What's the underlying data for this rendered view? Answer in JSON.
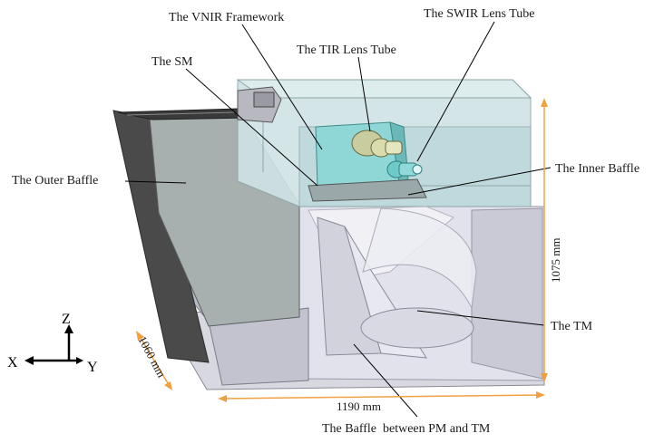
{
  "labels": {
    "vnir_framework": "The VNIR Framework",
    "swir_lens_tube": "The SWIR Lens Tube",
    "tir_lens_tube": "The TIR Lens Tube",
    "sm": "The SM",
    "outer_baffle": "The Outer Baffle",
    "inner_baffle": "The Inner Baffle",
    "tm": "The TM",
    "baffle_pm_tm": "The Baffle  between PM and TM"
  },
  "dimensions": {
    "height": "1075 mm",
    "depth": "1060 mm",
    "width": "1190 mm"
  },
  "axes": {
    "z": "Z",
    "x": "X",
    "y": "Y"
  },
  "colors": {
    "dimension_arrow": "#f0a040",
    "housing_dark": "#4a4a4a",
    "housing_body": "#c9c9d6",
    "glass_top": "#cfe3e5",
    "instrument_cyan": "#8fd6d6"
  }
}
